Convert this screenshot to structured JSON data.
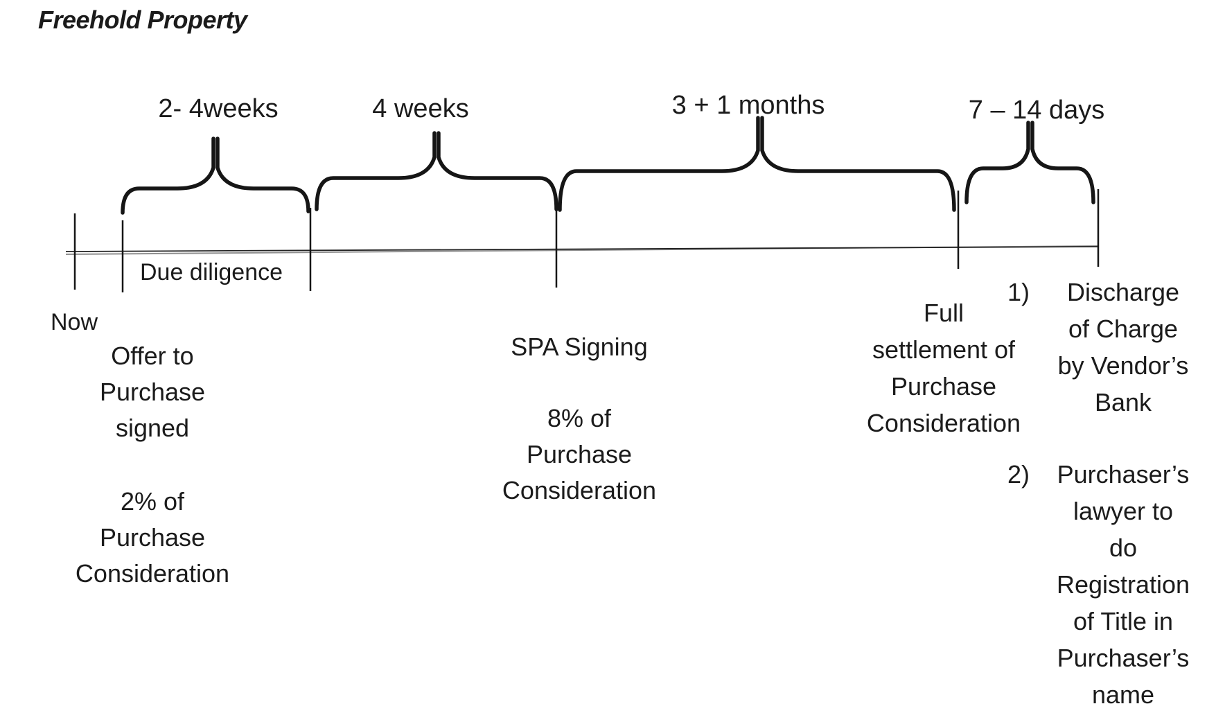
{
  "title": "Freehold Property",
  "braces": [
    {
      "label": "2- 4weeks"
    },
    {
      "label": "4 weeks"
    },
    {
      "label": "3 + 1 months"
    },
    {
      "label": "7 – 14 days"
    }
  ],
  "timeline": {
    "now": "Now",
    "due_diligence": "Due diligence"
  },
  "milestones": {
    "offer": "Offer to\nPurchase\nsigned",
    "offer_payment": "2% of\nPurchase\nConsideration",
    "spa": "SPA Signing",
    "spa_payment": "8% of\nPurchase\nConsideration",
    "settlement": "Full\nsettlement of\nPurchase\nConsideration"
  },
  "final_steps": [
    {
      "number": "1)",
      "text": "Discharge\nof Charge\nby Vendor’s\nBank"
    },
    {
      "number": "2)",
      "text": "Purchaser’s\nlawyer to\ndo\nRegistration\nof Title in\nPurchaser’s\nname"
    }
  ],
  "colors": {
    "ink": "#161616",
    "axis_gray": "#8a8a8a"
  }
}
